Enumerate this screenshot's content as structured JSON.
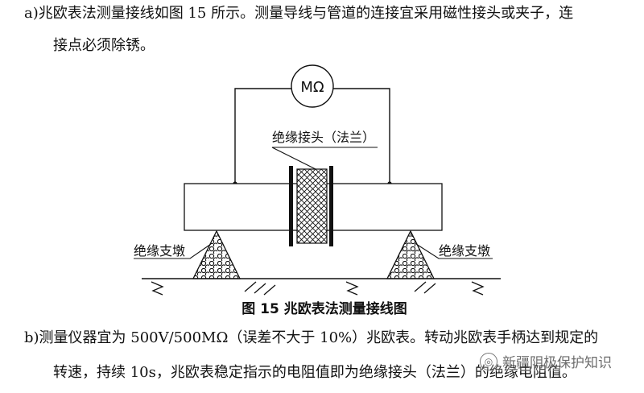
{
  "document": {
    "paragraph_a_line1": "a)兆欧表法测量接线如图 15 所示。测量导线与管道的连接宜采用磁性接头或夹子，连",
    "paragraph_a_line2": "接点必须除锈。",
    "paragraph_b_line1": "b)测量仪器宜为 500V/500MΩ（误差不大于 10%）兆欧表。转动兆欧表手柄达到规定的",
    "paragraph_b_line2": "转速，持续 10s，兆欧表稳定指示的电阻值即为绝缘接头（法兰）的绝缘电阻值。"
  },
  "figure": {
    "meter_label": "MΩ",
    "joint_label": "绝缘接头（法兰）",
    "support_left_label": "绝缘支墩",
    "support_right_label": "绝缘支墩",
    "caption": "图 15 兆欧表法测量接线图"
  },
  "watermark": {
    "icon": "wechat-channel-icon",
    "text": "新疆阴极保护知识"
  }
}
